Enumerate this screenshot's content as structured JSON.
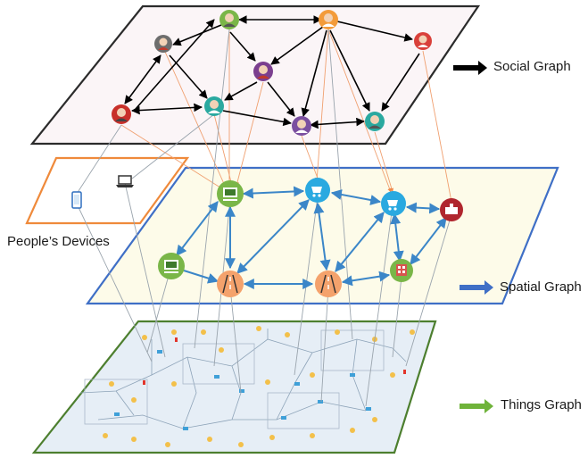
{
  "labels": {
    "social": "Social Graph",
    "spatial": "Spatial Graph",
    "things": "Things Graph",
    "devices": "People’s Devices"
  },
  "colors": {
    "social_plane_border": "#2b2b2b",
    "social_plane_fill": "#fbf5f7",
    "spatial_plane_border": "#3f6fc6",
    "spatial_plane_fill": "#fdfbe9",
    "devices_plane_border": "#ef8a3b",
    "things_plane_border": "#4d7f2f",
    "things_plane_fill": "#e6eef6",
    "social_key_arrow": "#000000",
    "spatial_key_arrow": "#3f6fc6",
    "things_key_arrow": "#6fb33a",
    "spatial_edge": "#3b86c8",
    "cross_link_orange": "#f0a070",
    "cross_link_gray": "#9aa4ad",
    "node_green": "#7ab648",
    "node_blue": "#2aa9e0",
    "node_orange": "#f4a26c",
    "node_red": "#b0262e"
  },
  "icons": {
    "social_nodes": "person-avatar-icon",
    "devices": [
      "smartphone-icon",
      "laptop-icon"
    ],
    "spatial_nodes": [
      "classroom-icon",
      "shop-cart-icon",
      "building-icon",
      "road-icon",
      "lab-icon"
    ]
  }
}
